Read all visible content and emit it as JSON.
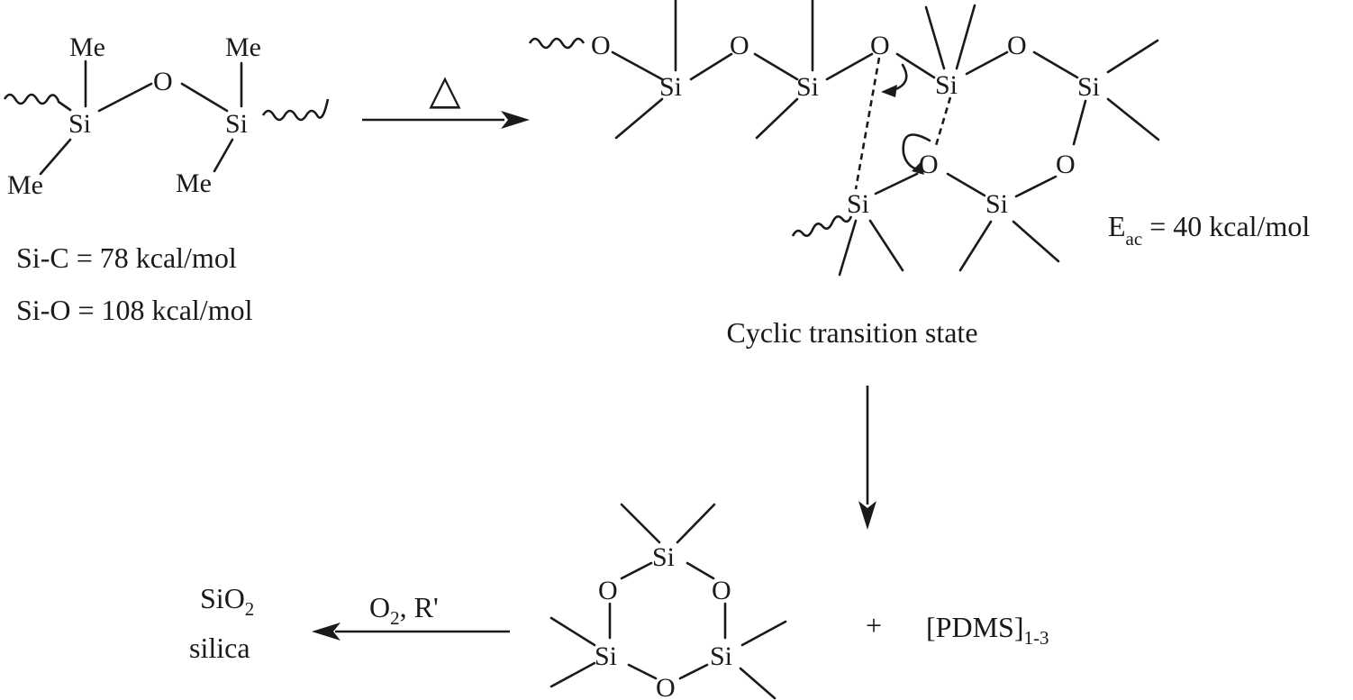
{
  "atoms": {
    "me": "Me",
    "si": "Si",
    "o": "O"
  },
  "reactant": {
    "bond_si_c": "Si-C = 78 kcal/mol",
    "bond_si_o": "Si-O = 108 kcal/mol"
  },
  "step1": {
    "condition": "△"
  },
  "transition_state": {
    "caption": "Cyclic transition state",
    "activation_energy": {
      "symbol": "E",
      "subscript": "ac",
      "value": " = 40 kcal/mol"
    }
  },
  "products": {
    "plus": "+",
    "pdms_main": "[PDMS]",
    "pdms_subscript": "1-3",
    "reagent_main": "O",
    "reagent_subscript": "2",
    "reagent_rest": ", R'",
    "silica_formula_main": "SiO",
    "silica_formula_subscript": "2",
    "silica_name": "silica"
  }
}
